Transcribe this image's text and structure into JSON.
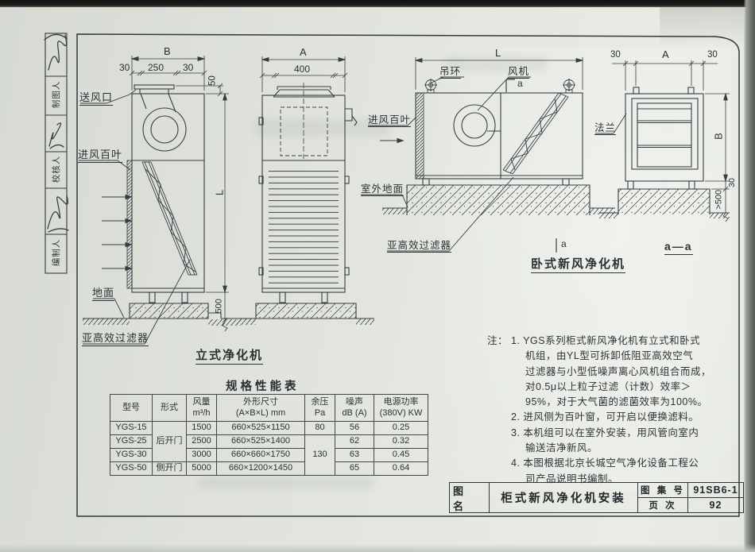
{
  "stamp": {
    "labels": [
      "制图人",
      "校核人",
      "编制人"
    ]
  },
  "vertical_unit": {
    "title": "立式净化机",
    "labels": {
      "outlet": "送风口",
      "inlet_louver": "进风百叶",
      "ground": "地面",
      "filter": "亚高效过滤器"
    },
    "dims": {
      "overall_width": "B",
      "left_margin": "30",
      "outlet_width": "250",
      "right_margin": "30",
      "collar_height": "50",
      "height": "L",
      "base_height": "500"
    }
  },
  "front_view": {
    "dims": {
      "overall_width": "A",
      "outlet_width": "400"
    }
  },
  "horizontal_unit": {
    "title": "卧式新风净化机",
    "labels": {
      "lifting_ring": "吊环",
      "fan": "风机",
      "inlet_louver": "进风百叶",
      "outdoor_ground": "室外地面",
      "filter": "亚高效过滤器",
      "section_mark_top": "a",
      "section_mark_bottom": "a"
    },
    "dims": {
      "length": "L"
    }
  },
  "section_aa": {
    "title": "a—a",
    "labels": {
      "flange": "法兰"
    },
    "dims": {
      "left_margin": "30",
      "width": "A",
      "right_margin": "30",
      "height": "B",
      "bottom_margin": "30",
      "base_height": ">500"
    }
  },
  "spec_table": {
    "title": "规格性能表",
    "headers": {
      "model": "型号",
      "form": "形式",
      "airflow_1": "风量",
      "airflow_2": "m³/h",
      "size_1": "外形尺寸",
      "size_2": "(A×B×L) mm",
      "pressure_1": "余压",
      "pressure_2": "Pa",
      "noise_1": "噪声",
      "noise_2": "dB (A)",
      "power_1": "电源功率",
      "power_2": "(380V) KW"
    },
    "merged": {
      "form_rear": "后开门",
      "form_side": "侧开门",
      "pressure_first": "80",
      "pressure_rest": "130"
    },
    "rows": [
      {
        "model": "YGS-15",
        "airflow": "1500",
        "size": "660×525×1150",
        "noise": "56",
        "power": "0.25"
      },
      {
        "model": "YGS-25",
        "airflow": "2500",
        "size": "660×525×1400",
        "noise": "62",
        "power": "0.32"
      },
      {
        "model": "YGS-30",
        "airflow": "3000",
        "size": "660×660×1750",
        "noise": "63",
        "power": "0.45"
      },
      {
        "model": "YGS-50",
        "airflow": "5000",
        "size": "660×1200×1450",
        "noise": "65",
        "power": "0.64"
      }
    ]
  },
  "notes": {
    "prefix": "注：",
    "item1": "1. YGS系列柜式新风净化机有立式和卧式\n机组，由YL型可拆卸低阻亚高效空气\n过滤器与小型低噪声离心风机组合而成，\n对0.5μ以上粒子过滤（计数）效率＞\n95%，对于大气菌的滤菌效率为100%。",
    "item2": "2. 进风侧为百叶窗，可开启以便换滤料。",
    "item3": "3. 本机组可以在室外安装，用风管向室内\n输送洁净新风。",
    "item4": "4. 本图根据北京长城空气净化设备工程公\n司产品说明书编制。"
  },
  "title_block": {
    "name_label": "图 名",
    "name_value": "柜式新风净化机安装",
    "atlas_label": "图 集 号",
    "atlas_value": "91SB6-1",
    "page_label": "页 次",
    "page_value": "92"
  },
  "colors": {
    "paper": "#e3e7df",
    "line": "#383d42",
    "top_band": "#161616"
  }
}
